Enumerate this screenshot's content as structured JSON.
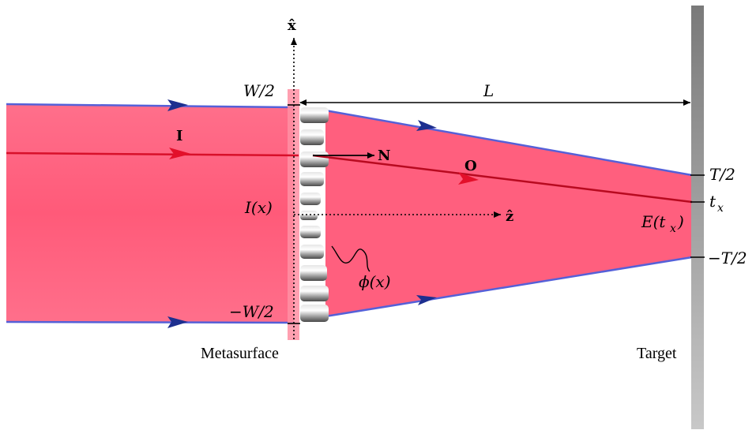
{
  "labels": {
    "x_axis": "x̂",
    "z_axis": "ẑ",
    "W_top": "W/2",
    "W_bottom": "−W/2",
    "L": "L",
    "I": "I",
    "N": "N",
    "O": "O",
    "I_x": "I(x)",
    "phi_x": "ϕ(x)",
    "T_top": "T/2",
    "T_bottom": "−T/2",
    "t_x": "t",
    "t_x_sub": "x",
    "E_t_x": "E(t",
    "E_t_x_sub": "x",
    "E_t_x_close": ")",
    "metasurface": "Metasurface",
    "target": "Target"
  },
  "colors": {
    "beam_fill": "#ff5f7e",
    "beam_edge_blue": "#4b55d9",
    "ray_red": "#e3102a",
    "arrow_blue": "#1d2f8f",
    "metasurface_fill": "#ff8fa3",
    "target_gray": "#8c8c8c",
    "text": "#000000"
  }
}
